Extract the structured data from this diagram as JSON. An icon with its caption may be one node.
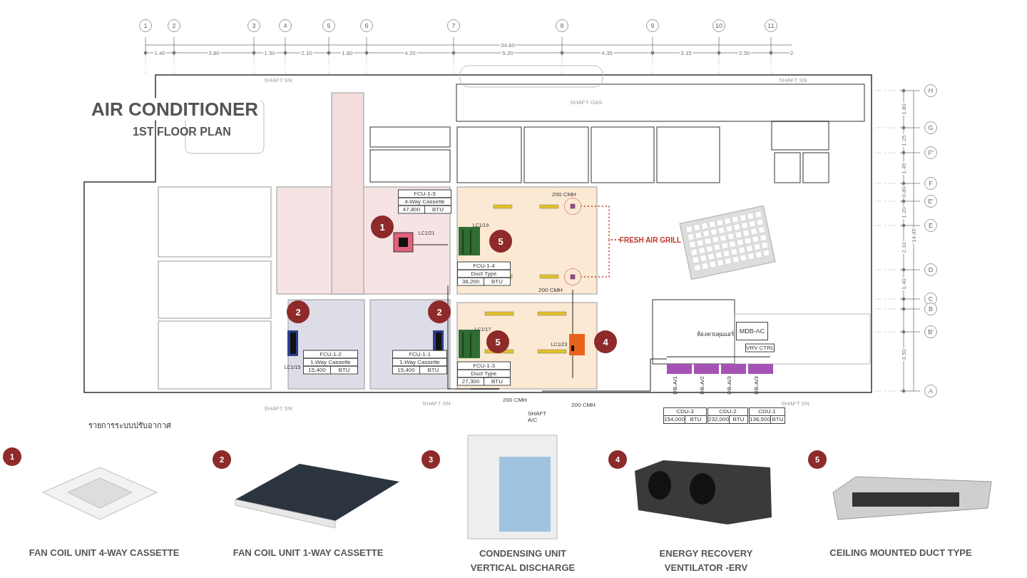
{
  "diagram": {
    "title": "AIR CONDITIONER",
    "nodes": [
      {
        "text": [
          "1"
        ]
      },
      {
        "text": [
          "2"
        ]
      },
      {
        "text": [
          "3"
        ]
      },
      {
        "text": [
          "4"
        ]
      },
      {
        "text": [
          "5"
        ]
      },
      {
        "text": [
          "6"
        ]
      },
      {
        "text": [
          "7"
        ]
      },
      {
        "text": [
          "8"
        ]
      },
      {
        "text": [
          "9"
        ]
      },
      {
        "text": [
          "10"
        ]
      },
      {
        "text": [
          "11"
        ]
      },
      {
        "text": [
          "H"
        ]
      },
      {
        "text": [
          "G"
        ]
      },
      {
        "text": [
          "F'"
        ]
      },
      {
        "text": [
          "F"
        ]
      },
      {
        "text": [
          "E'"
        ]
      },
      {
        "text": [
          "E"
        ]
      },
      {
        "text": [
          "D"
        ]
      },
      {
        "text": [
          "C"
        ]
      },
      {
        "text": [
          "B"
        ]
      },
      {
        "text": [
          "B'"
        ]
      },
      {
        "text": [
          "A"
        ]
      },
      {
        "text": [
          "FCU-1-5",
          "4-Way Cassette",
          "47,800",
          "BTU"
        ]
      },
      {
        "text": [
          "FCU-1-4",
          "Duct Type",
          "38,200",
          "BTU"
        ]
      },
      {
        "text": [
          "FCU-1-2",
          "1-Way Cassette",
          "15,400",
          "BTU"
        ]
      },
      {
        "text": [
          "FCU-1-1",
          "1-Way Cassette",
          "15,400",
          "BTU"
        ]
      },
      {
        "text": [
          "FCU-1-3",
          "Duct Type",
          "27,300",
          "BTU"
        ]
      },
      {
        "text": [
          "MDB-AC"
        ]
      },
      {
        "text": [
          "VRV CTRL"
        ]
      },
      {
        "text": [
          "CDU-3",
          "154,000",
          "BTU"
        ]
      },
      {
        "text": [
          "CDU-2",
          "232,000",
          "BTU"
        ]
      },
      {
        "text": [
          "CDU-1",
          "136,500",
          "BTU"
        ]
      },
      {
        "text": [
          "1"
        ]
      },
      {
        "text": [
          "2"
        ]
      },
      {
        "text": [
          "2"
        ]
      },
      {
        "text": [
          "5"
        ]
      },
      {
        "text": [
          "5"
        ]
      },
      {
        "text": [
          "4"
        ]
      },
      {
        "text": [
          "FRESH AIR GRILL"
        ]
      },
      {
        "text": [],
        "shape": "circle"
      },
      {
        "text": [],
        "shape": "circle"
      },
      {
        "text": [
          "1"
        ]
      },
      {
        "text": [
          "2"
        ]
      },
      {
        "text": [
          "3"
        ]
      },
      {
        "text": [
          "4"
        ]
      },
      {
        "text": [
          "5"
        ]
      }
    ],
    "edges": [
      {
        "from": 38,
        "to": 39,
        "arrow": "none",
        "style": "dashed",
        "color": "#c0392b"
      },
      {
        "from": 38,
        "to": 40,
        "arrow": "none",
        "style": "dashed",
        "color": "#c0392b"
      }
    ],
    "labels": [
      "1ST FLOOR PLAN",
      "34.60",
      "1.40",
      "3.80",
      "1.50",
      "2.10",
      "1.80",
      "4.20",
      "5.20",
      "4.35",
      "3.15",
      "2.50",
      "2",
      "SHAFT SN",
      "SHAFT GAS",
      "SHAFT SN",
      "1.80",
      "1.25",
      "1.45",
      "0.80",
      "1.20",
      "14.45",
      "2.10",
      "1.40",
      "3.50",
      "200 CMH",
      "LC1/21",
      "LC1/19",
      "200 CMH",
      "LC1/17",
      "LC1/23",
      "ห้องควบคุมแอร์",
      "LC1/15",
      "DB-A/1",
      "DB-A/2",
      "DB-A/3",
      "DB-A/3",
      "200 CMH",
      "SHAFT SN",
      "200 CMH",
      "SHAFT SN",
      "SHAFT SN",
      "SHAFT A/C",
      "รายการระบบปรับอากาศ",
      "FAN COIL UNIT 4-WAY CASSETTE",
      "FAN COIL UNIT 1-WAY CASSETTE",
      "CONDENSING UNIT VERTICAL DISCHARGE",
      "ENERGY RECOVERY VENTILATOR -ERV",
      "CEILING MOUNTED DUCT TYPE"
    ]
  }
}
